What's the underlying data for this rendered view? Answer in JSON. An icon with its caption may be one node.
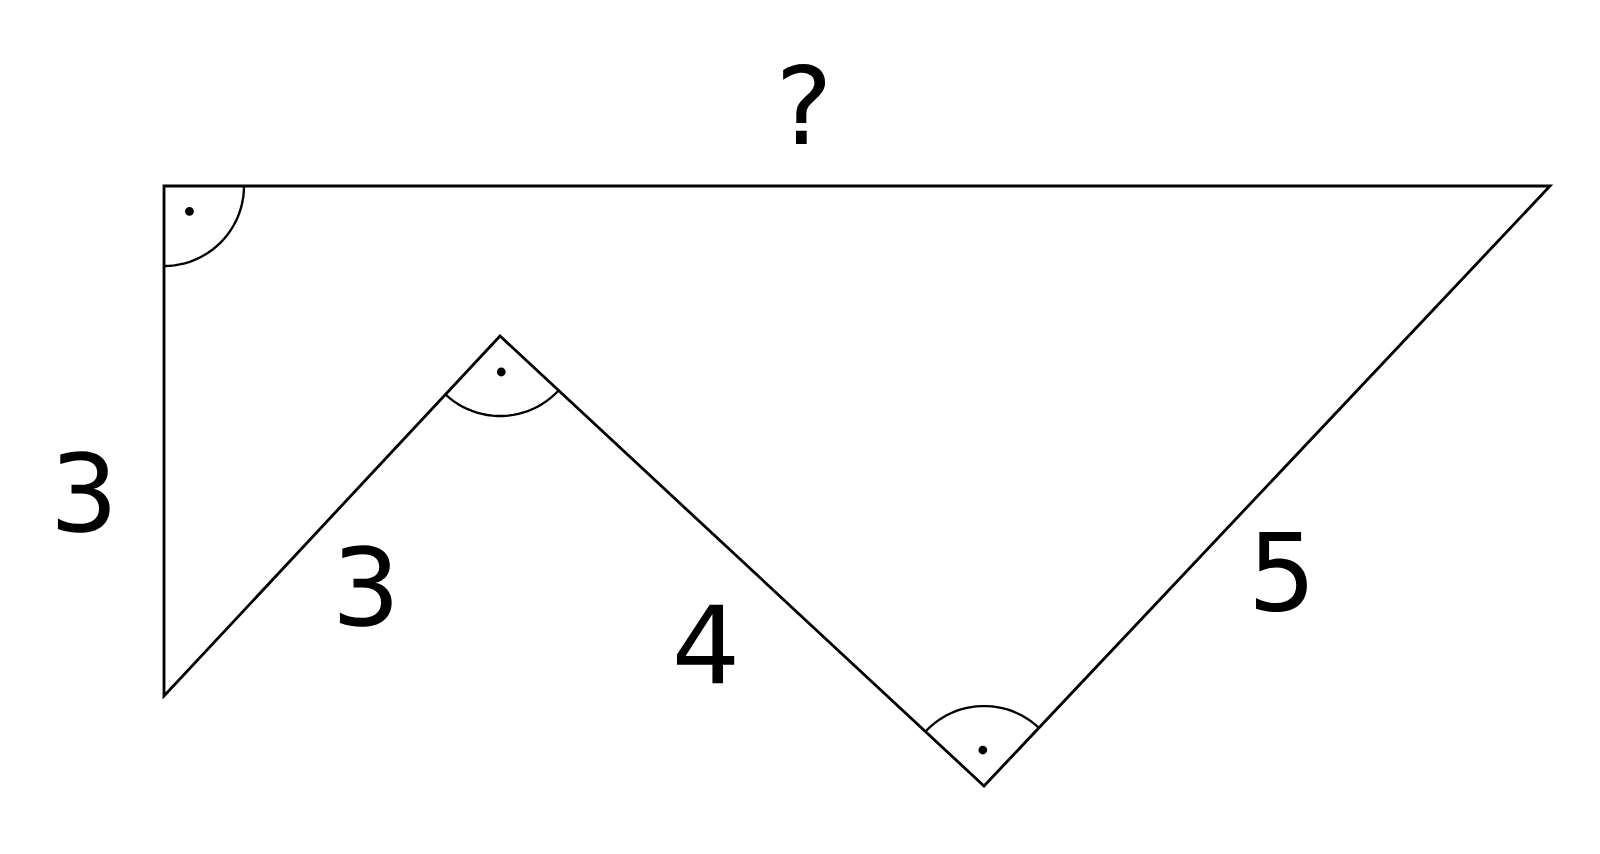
{
  "diagram": {
    "labels": [
      "?",
      "3",
      "3",
      "4",
      "5"
    ]
  }
}
